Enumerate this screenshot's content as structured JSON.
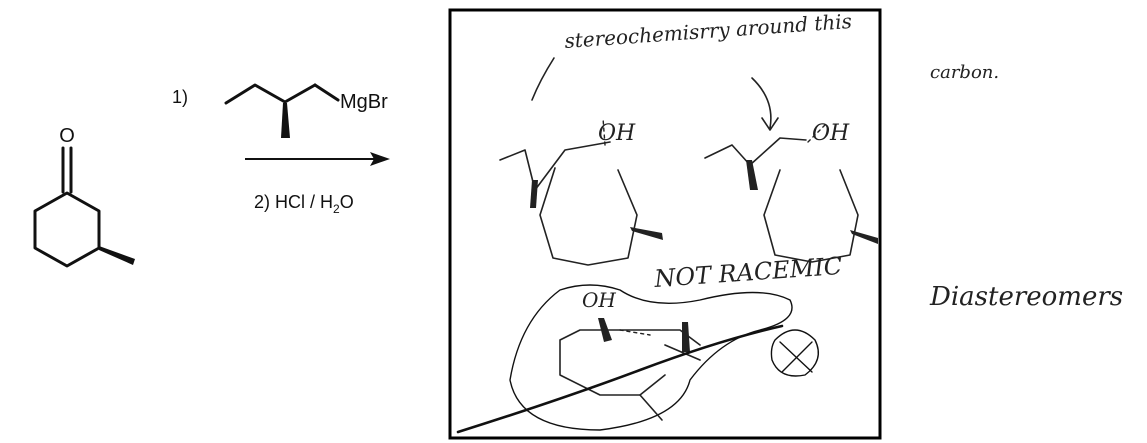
{
  "reactant": {
    "carbonyl_atom": "O"
  },
  "reagents": {
    "step1_label": "1)",
    "grignard_label": "MgBr",
    "step2_label": "2) HCl / H",
    "step2_subscript": "2",
    "step2_suffix": "O"
  },
  "annotations": {
    "stereo_note_line1": "stereochemisrry around this",
    "stereo_note_line2": "carbon.",
    "product_a_hydroxyl": "OH",
    "product_b_hydroxyl": "OH",
    "not_racemic": "NOT RACEMIC",
    "crossed_hydroxyl": "OH",
    "diastereomers": "Diastereomers"
  },
  "colors": {
    "ink": "#111111",
    "box": "#000000",
    "background": "#ffffff"
  }
}
